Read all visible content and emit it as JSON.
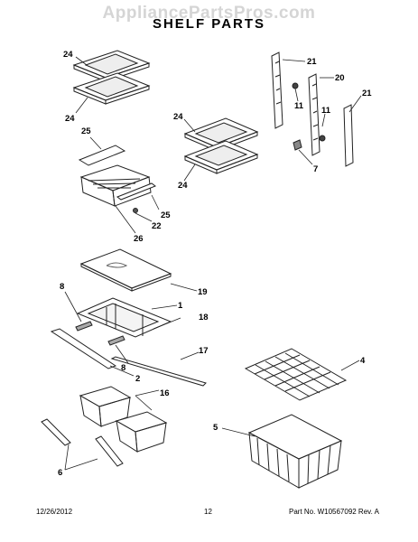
{
  "watermark": "AppliancePartsPros.com",
  "title": "SHELF PARTS",
  "footer": {
    "date": "12/26/2012",
    "page": "12",
    "part_no": "Part No. W10567092  Rev. A"
  },
  "callouts": {
    "c24a": "24",
    "c24b": "24",
    "c24c": "24",
    "c24d": "24",
    "c21a": "21",
    "c21b": "21",
    "c20": "20",
    "c11a": "11",
    "c11b": "11",
    "c7": "7",
    "c25a": "25",
    "c25b": "25",
    "c22": "22",
    "c26": "26",
    "c19": "19",
    "c1": "1",
    "c18": "18",
    "c8a": "8",
    "c8b": "8",
    "c17": "17",
    "c2": "2",
    "c16": "16",
    "c6": "6",
    "c4": "4",
    "c5": "5"
  }
}
